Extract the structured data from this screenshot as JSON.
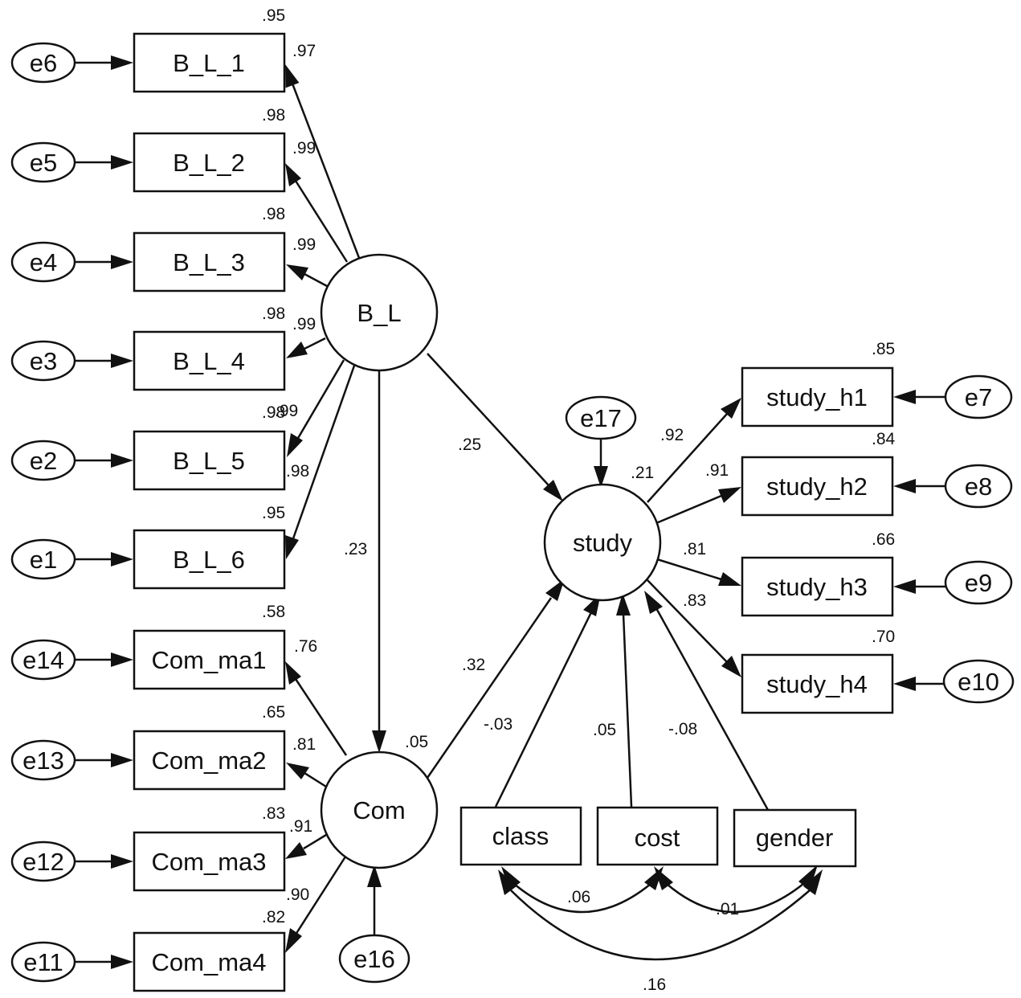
{
  "nodes": {
    "e6": "e6",
    "e5": "e5",
    "e4": "e4",
    "e3": "e3",
    "e2": "e2",
    "e1": "e1",
    "e14": "e14",
    "e13": "e13",
    "e12": "e12",
    "e11": "e11",
    "e16": "e16",
    "e17": "e17",
    "e7": "e7",
    "e8": "e8",
    "e9": "e9",
    "e10": "e10",
    "BL1": "B_L_1",
    "BL2": "B_L_2",
    "BL3": "B_L_3",
    "BL4": "B_L_4",
    "BL5": "B_L_5",
    "BL6": "B_L_6",
    "CM1": "Com_ma1",
    "CM2": "Com_ma2",
    "CM3": "Com_ma3",
    "CM4": "Com_ma4",
    "BL": "B_L",
    "Com": "Com",
    "study": "study",
    "sh1": "study_h1",
    "sh2": "study_h2",
    "sh3": "study_h3",
    "sh4": "study_h4",
    "class": "class",
    "cost": "cost",
    "gender": "gender"
  },
  "coefficients": {
    "bl1_r2": ".95",
    "bl1_load": ".97",
    "bl2_r2": ".98",
    "bl2_load": ".99",
    "bl3_r2": ".98",
    "bl3_load": ".99",
    "bl4_r2": ".98",
    "bl4_load": ".99",
    "bl5_r2": ".98",
    "bl5_load": ".99",
    "bl6_load": ".98",
    "bl6_r2": ".95",
    "bl_com": ".23",
    "bl_study": ".25",
    "cm1_r2": ".58",
    "cm1_load": ".76",
    "cm2_r2": ".65",
    "cm2_load": ".81",
    "cm3_r2": ".83",
    "cm3_load": ".91",
    "cm4_load": ".90",
    "cm4_r2": ".82",
    "com_r2": ".05",
    "com_study": ".32",
    "study_r2": ".21",
    "sh1_load": ".92",
    "sh1_r2": ".85",
    "sh2_load": ".91",
    "sh2_r2": ".84",
    "sh3_load": ".81",
    "sh3_r2": ".66",
    "sh4_load": ".83",
    "sh4_r2": ".70",
    "class_study": "-.03",
    "cost_study": ".05",
    "gender_study": "-.08",
    "class_cost": ".06",
    "cost_gender": "-.01",
    "class_gender": ".16"
  }
}
